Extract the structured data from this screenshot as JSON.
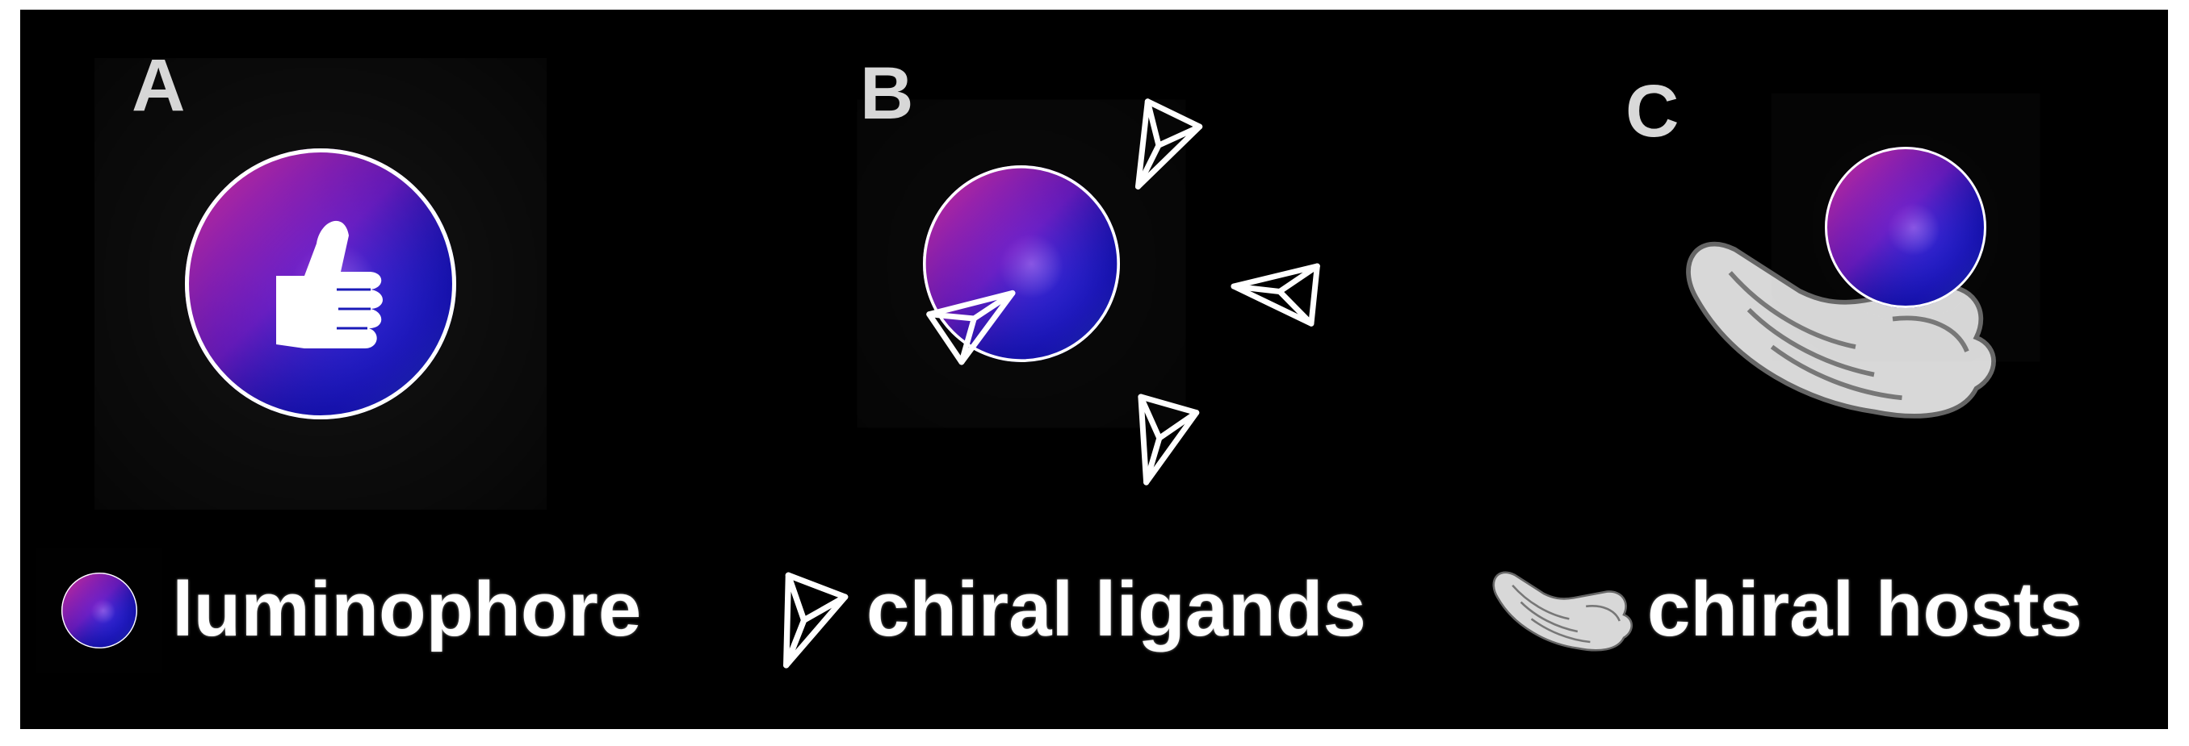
{
  "panels": [
    {
      "label": "A"
    },
    {
      "label": "B"
    },
    {
      "label": "C"
    }
  ],
  "legend": {
    "luminophore": "luminophore",
    "ligands": "chiral ligands",
    "hosts": "chiral hosts"
  },
  "colors": {
    "background": "#000000",
    "sphere_magenta": "#d6339a",
    "sphere_blue": "#1a1ab8",
    "sphere_highlight": "#8f7cff",
    "outline": "#ffffff"
  },
  "icons": {
    "panel_a": "thumbs-up-icon",
    "panel_b": "tetrahedron-icon",
    "panel_c": "cupped-hand-icon"
  }
}
